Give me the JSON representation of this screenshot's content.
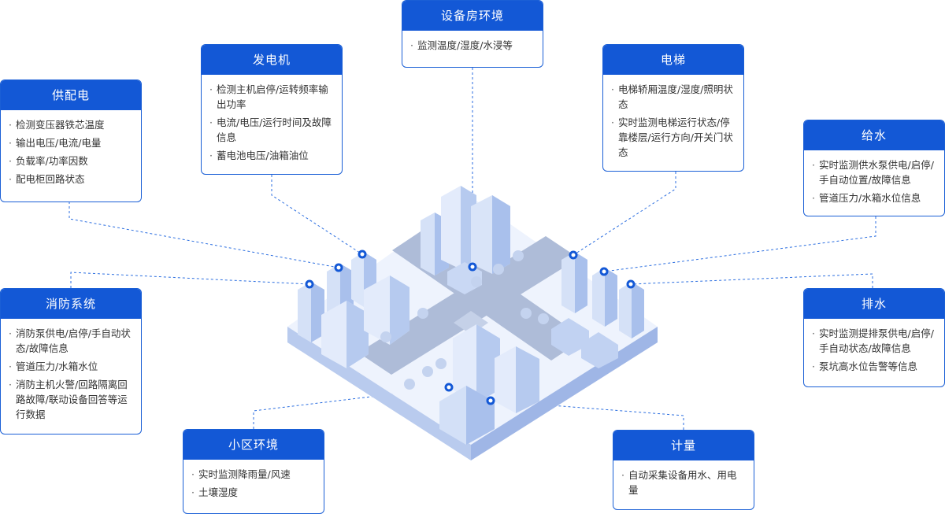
{
  "cards": [
    {
      "id": "power",
      "title": "供配电",
      "items": [
        "检测变压器铁芯温度",
        "输出电压/电流/电量",
        "负载率/功率因数",
        "配电柜回路状态"
      ]
    },
    {
      "id": "generator",
      "title": "发电机",
      "items": [
        "检测主机启停/运转频率输出功率",
        "电流/电压/运行时间及故障信息",
        "蓄电池电压/油箱油位"
      ]
    },
    {
      "id": "equipment",
      "title": "设备房环境",
      "items": [
        "监测温度/湿度/水浸等"
      ]
    },
    {
      "id": "elevator",
      "title": "电梯",
      "items": [
        "电梯轿厢温度/湿度/照明状态",
        "实时监测电梯运行状态/停靠楼层/运行方向/开关门状态"
      ]
    },
    {
      "id": "water",
      "title": "给水",
      "items": [
        "实时监测供水泵供电/启停/手自动位置/故障信息",
        "管道压力/水箱水位信息"
      ]
    },
    {
      "id": "fire",
      "title": "消防系统",
      "items": [
        "消防泵供电/启停/手自动状态/故障信息",
        "管道压力/水箱水位",
        "消防主机火警/回路隔离回路故障/联动设备回答等运行数据"
      ]
    },
    {
      "id": "drain",
      "title": "排水",
      "items": [
        "实时监测提排泵供电/启停/手自动状态/故障信息",
        "泵坑高水位告警等信息"
      ]
    },
    {
      "id": "env",
      "title": "小区环境",
      "items": [
        "实时监测降雨量/风速",
        "土壤湿度"
      ]
    },
    {
      "id": "meter",
      "title": "计量",
      "items": [
        "自动采集设备用水、用电量"
      ]
    }
  ],
  "colors": {
    "primary": "#1358d6",
    "line": "#2b6ee0",
    "ground": "#e6eefc",
    "road": "#a9b9d6",
    "building": "#cfdcf5"
  }
}
